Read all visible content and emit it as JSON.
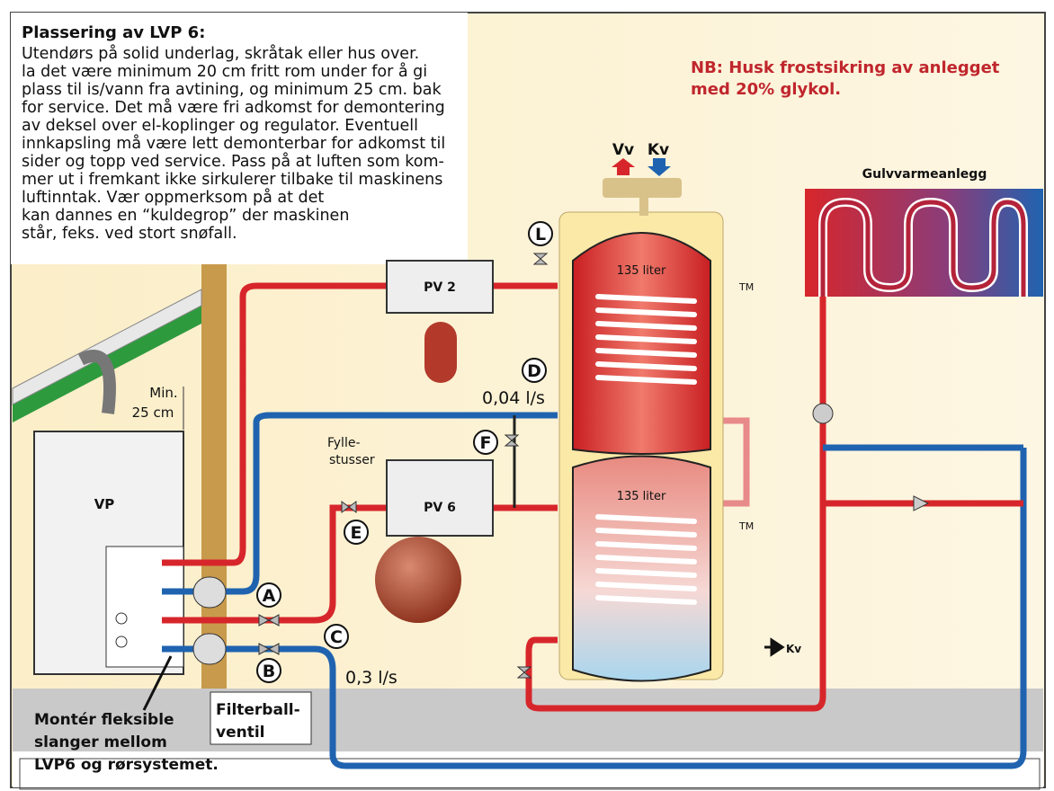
{
  "intro": {
    "title": "Plassering av LVP 6:",
    "lines": [
      "Utendørs på solid underlag, skråtak eller hus over.",
      "la det være minimum 20 cm fritt rom under for å gi",
      "plass til is/vann fra avtining, og minimum 25 cm. bak",
      "for service. Det må være fri adkomst for demontering",
      "av deksel over el-koplinger og regulator. Eventuell",
      "innkapsling må være lett demonterbar for adkomst til",
      "sider og topp ved service. Pass på at luften som kom-",
      "mer ut i fremkant ikke sirkulerer tilbake til maskinens",
      "luftinntak. Vær oppmerksom på at det",
      "kan dannes en “kuldegrop” der maskinen",
      "står, feks. ved stort snøfall."
    ]
  },
  "note": {
    "line1": "NB: Husk frostsikring av anlegget",
    "line2": "med 20% glykol.",
    "color": "#c0262d"
  },
  "tank": {
    "vv": "Vv",
    "kv": "Kv",
    "upper_volume": "135 liter",
    "lower_volume": "135 liter",
    "tm_upper": "TM",
    "tm_lower": "TM",
    "kv_inlet": "Kv"
  },
  "floor_heating": {
    "label": "Gulvvarmeanlegg"
  },
  "vessels": {
    "pv2": "PV 2",
    "pv6": "PV 6"
  },
  "valves": {
    "L": "L",
    "D": "D",
    "F": "F",
    "E": "E",
    "A": "A",
    "B": "B",
    "C": "C"
  },
  "flows": {
    "d_flow": "0,04 l/s",
    "b_flow": "0,3 l/s"
  },
  "fill": {
    "line1": "Fylle-",
    "line2": "stusser"
  },
  "clearance": {
    "line1": "Min.",
    "line2": "25 cm"
  },
  "heat_pump": {
    "label": "VP"
  },
  "captions": {
    "hoses": [
      "Montér fleksible",
      "slanger mellom",
      "LVP6 og rørsystemet."
    ],
    "filter": [
      "Filterball-",
      "ventil"
    ]
  },
  "colors": {
    "hot": "#d7262b",
    "cold": "#1f63b0",
    "background": "#fdf3d6",
    "ground": "#c9c9c9"
  }
}
